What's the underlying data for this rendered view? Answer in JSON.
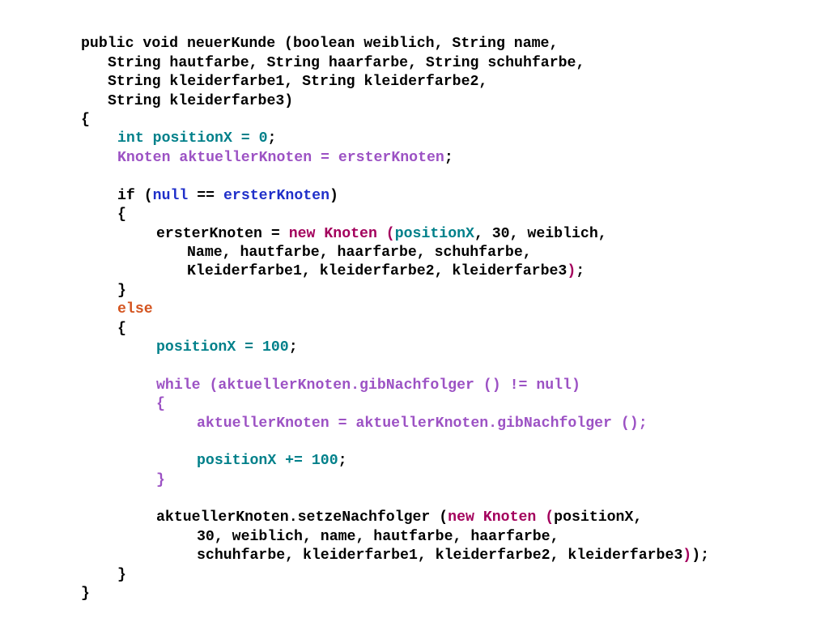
{
  "colors": {
    "default": "#000000",
    "teal": "#00808a",
    "purple": "#9c52c4",
    "magenta": "#a3005c",
    "blue": "#1f2fc9",
    "orange": "#d4541f"
  },
  "lines": [
    {
      "tokens": [
        {
          "t": "public void neuerKunde (boolean weiblich, String name,",
          "c": "default"
        }
      ]
    },
    {
      "tokens": [
        {
          "t": "String hautfarbe, String haarfarbe, String schuhfarbe,",
          "c": "default"
        }
      ]
    },
    {
      "tokens": [
        {
          "t": "String kleiderfarbe1, String kleiderfarbe2,",
          "c": "default"
        }
      ]
    },
    {
      "tokens": [
        {
          "t": "String kleiderfarbe3)",
          "c": "default"
        }
      ]
    },
    {
      "tokens": [
        {
          "t": "{",
          "c": "default"
        }
      ]
    },
    {
      "tokens": [
        {
          "t": "int positionX = 0",
          "c": "teal"
        },
        {
          "t": ";",
          "c": "default"
        }
      ]
    },
    {
      "tokens": [
        {
          "t": "Knoten aktuellerKnoten = ersterKnoten",
          "c": "purple"
        },
        {
          "t": ";",
          "c": "default"
        }
      ]
    },
    {
      "tokens": [
        {
          "t": "if (",
          "c": "default"
        },
        {
          "t": "null",
          "c": "blue"
        },
        {
          "t": " == ",
          "c": "default"
        },
        {
          "t": "ersterKnoten",
          "c": "blue"
        },
        {
          "t": ")",
          "c": "default"
        }
      ]
    },
    {
      "tokens": [
        {
          "t": "{",
          "c": "default"
        }
      ]
    },
    {
      "tokens": [
        {
          "t": "ersterKnoten = ",
          "c": "default"
        },
        {
          "t": "new Knoten (",
          "c": "magenta"
        },
        {
          "t": "positionX",
          "c": "teal"
        },
        {
          "t": ", 30, weiblich,",
          "c": "default"
        }
      ]
    },
    {
      "tokens": [
        {
          "t": "Name, hautfarbe, haarfarbe, schuhfarbe,",
          "c": "default"
        }
      ]
    },
    {
      "tokens": [
        {
          "t": "Kleiderfarbe1, kleiderfarbe2, kleiderfarbe3",
          "c": "default"
        },
        {
          "t": ")",
          "c": "magenta"
        },
        {
          "t": ";",
          "c": "default"
        }
      ]
    },
    {
      "tokens": [
        {
          "t": "}",
          "c": "default"
        }
      ]
    },
    {
      "tokens": [
        {
          "t": "else",
          "c": "orange"
        }
      ]
    },
    {
      "tokens": [
        {
          "t": "{",
          "c": "default"
        }
      ]
    },
    {
      "tokens": [
        {
          "t": "positionX = 100",
          "c": "teal"
        },
        {
          "t": ";",
          "c": "default"
        }
      ]
    },
    {
      "tokens": [
        {
          "t": "while (aktuellerKnoten.gibNachfolger () != null)",
          "c": "purple"
        }
      ]
    },
    {
      "tokens": [
        {
          "t": "{",
          "c": "purple"
        }
      ]
    },
    {
      "tokens": [
        {
          "t": "aktuellerKnoten = aktuellerKnoten.gibNachfolger ();",
          "c": "purple"
        }
      ]
    },
    {
      "tokens": [
        {
          "t": "positionX += 100",
          "c": "teal"
        },
        {
          "t": ";",
          "c": "default"
        }
      ]
    },
    {
      "tokens": [
        {
          "t": "}",
          "c": "purple"
        }
      ]
    },
    {
      "tokens": [
        {
          "t": "aktuellerKnoten.setzeNachfolger (",
          "c": "default"
        },
        {
          "t": "new Knoten (",
          "c": "magenta"
        },
        {
          "t": "positionX,",
          "c": "default"
        }
      ]
    },
    {
      "tokens": [
        {
          "t": "30, weiblich, name, hautfarbe, haarfarbe,",
          "c": "default"
        }
      ]
    },
    {
      "tokens": [
        {
          "t": "schuhfarbe, kleiderfarbe1, kleiderfarbe2, kleiderfarbe3",
          "c": "default"
        },
        {
          "t": ")",
          "c": "magenta"
        },
        {
          "t": ");",
          "c": "default"
        }
      ]
    },
    {
      "tokens": [
        {
          "t": "}",
          "c": "default"
        }
      ]
    },
    {
      "tokens": [
        {
          "t": "}",
          "c": "default"
        }
      ]
    }
  ]
}
